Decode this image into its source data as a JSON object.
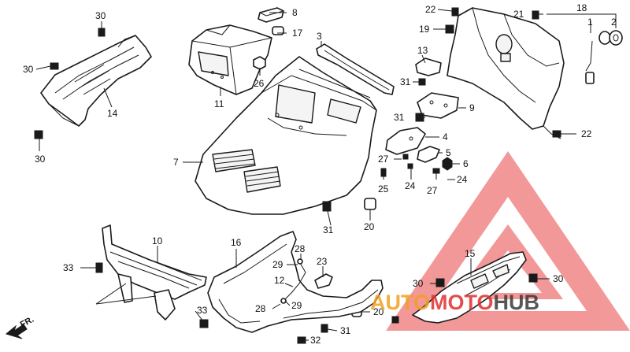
{
  "callouts": [
    {
      "id": "c30a",
      "label": "30"
    },
    {
      "id": "c30b",
      "label": "30"
    },
    {
      "id": "c30c",
      "label": "30"
    },
    {
      "id": "c14",
      "label": "14"
    },
    {
      "id": "c8",
      "label": "8"
    },
    {
      "id": "c17",
      "label": "17"
    },
    {
      "id": "c26",
      "label": "26"
    },
    {
      "id": "c11",
      "label": "11"
    },
    {
      "id": "c3",
      "label": "3"
    },
    {
      "id": "c7",
      "label": "7"
    },
    {
      "id": "c22a",
      "label": "22"
    },
    {
      "id": "c19",
      "label": "19"
    },
    {
      "id": "c13",
      "label": "13"
    },
    {
      "id": "c31a",
      "label": "31"
    },
    {
      "id": "c31b",
      "label": "31"
    },
    {
      "id": "c21",
      "label": "21"
    },
    {
      "id": "c18",
      "label": "18"
    },
    {
      "id": "c1",
      "label": "1"
    },
    {
      "id": "c2",
      "label": "2"
    },
    {
      "id": "c9",
      "label": "9"
    },
    {
      "id": "c4",
      "label": "4"
    },
    {
      "id": "c5",
      "label": "5"
    },
    {
      "id": "c6",
      "label": "6"
    },
    {
      "id": "c22b",
      "label": "22"
    },
    {
      "id": "c27a",
      "label": "27"
    },
    {
      "id": "c27b",
      "label": "27"
    },
    {
      "id": "c24a",
      "label": "24"
    },
    {
      "id": "c24b",
      "label": "24"
    },
    {
      "id": "c25",
      "label": "25"
    },
    {
      "id": "c20a",
      "label": "20"
    },
    {
      "id": "c31c",
      "label": "31"
    },
    {
      "id": "c10",
      "label": "10"
    },
    {
      "id": "c33a",
      "label": "33"
    },
    {
      "id": "c33b",
      "label": "33"
    },
    {
      "id": "c16",
      "label": "16"
    },
    {
      "id": "c29a",
      "label": "29"
    },
    {
      "id": "c28a",
      "label": "28"
    },
    {
      "id": "c23",
      "label": "23"
    },
    {
      "id": "c12",
      "label": "12"
    },
    {
      "id": "c28b",
      "label": "28"
    },
    {
      "id": "c29b",
      "label": "29"
    },
    {
      "id": "c20b",
      "label": "20"
    },
    {
      "id": "c31d",
      "label": "31"
    },
    {
      "id": "c32",
      "label": "32"
    },
    {
      "id": "c15",
      "label": "15"
    },
    {
      "id": "c30d",
      "label": "30"
    },
    {
      "id": "c30e",
      "label": "30"
    }
  ],
  "direction_label": "FR.",
  "watermark": {
    "part1": "AUTO",
    "part2": "MOTO",
    "part3": "HUB",
    "color_orange": "#f0a020",
    "color_red": "#e03030",
    "color_dark": "#3a3a3a"
  }
}
